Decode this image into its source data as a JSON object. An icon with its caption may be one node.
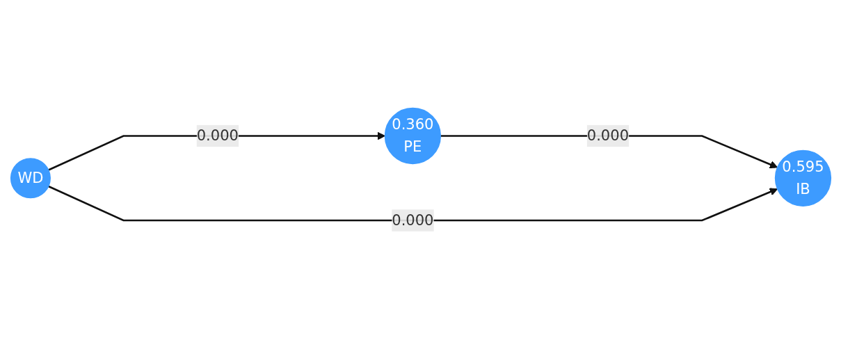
{
  "diagram": {
    "nodes": [
      {
        "text": [
          "0.360",
          "PE"
        ]
      },
      {
        "text": [
          "WD"
        ]
      },
      {
        "text": [
          "0.595",
          "IB"
        ]
      }
    ],
    "edges": [
      {
        "from": 1,
        "to": 0,
        "arrow": "to",
        "label": "0.000"
      },
      {
        "from": 0,
        "to": 2,
        "arrow": "to",
        "label": "0.000"
      },
      {
        "from": 1,
        "to": 2,
        "arrow": "to",
        "label": "0.000"
      }
    ]
  }
}
